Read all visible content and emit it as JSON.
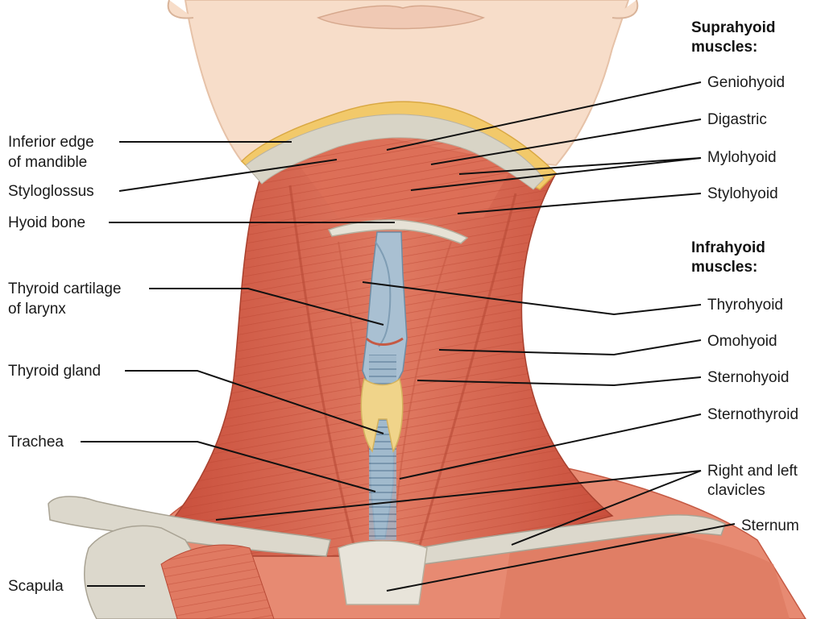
{
  "groups": {
    "suprahyoid": [
      "Suprahyoid",
      "muscles:"
    ],
    "infrahyoid": [
      "Infrahyoid",
      "muscles:"
    ]
  },
  "labels": {
    "inferior_edge": [
      "Inferior edge",
      "of mandible"
    ],
    "styloglossus": "Styloglossus",
    "hyoid_bone": "Hyoid bone",
    "thyroid_cartilage": [
      "Thyroid cartilage",
      "of larynx"
    ],
    "thyroid_gland": "Thyroid gland",
    "trachea": "Trachea",
    "scapula": "Scapula",
    "geniohyoid": "Geniohyoid",
    "digastric": "Digastric",
    "mylohyoid": "Mylohyoid",
    "stylohyoid": "Stylohyoid",
    "thyrohyoid": "Thyrohyoid",
    "omohyoid": "Omohyoid",
    "sternohyoid": "Sternohyoid",
    "sternothyroid": "Sternothyroid",
    "clavicles": [
      "Right and left",
      "clavicles"
    ],
    "sternum": "Sternum"
  },
  "colors": {
    "skin": "#f6dcc8",
    "muscle": "#d9644e",
    "muscle_light": "#e8907a",
    "bone": "#dcd8cc",
    "cartilage": "#9fb8cc",
    "fat": "#f2c96a",
    "gland": "#f0d48a"
  }
}
